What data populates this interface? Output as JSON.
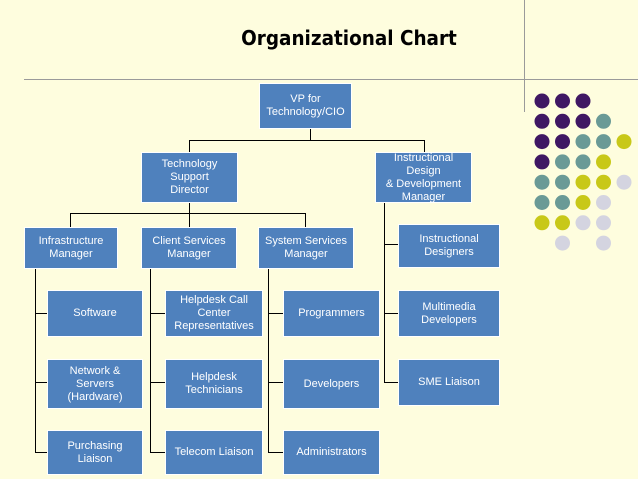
{
  "title": "Organizational  Chart",
  "nodes": {
    "vp": "VP for\nTechnology/CIO",
    "tech_support": "Technology Support\nDirector",
    "instructional": "Instructional Design\n& Development\nManager",
    "infrastructure": "Infrastructure\nManager",
    "client_services": "Client Services\nManager",
    "system_services": "System Services\nManager",
    "software": "Software",
    "network": "Network & Servers\n(Hardware)",
    "purchasing": "Purchasing Liaison",
    "helpdesk_call": "Helpdesk Call\nCenter\nRepresentatives",
    "helpdesk_tech": "Helpdesk\nTechnicians",
    "telecom": "Telecom Liaison",
    "programmers": "Programmers",
    "developers": "Developers",
    "administrators": "Administrators",
    "instr_designers": "Instructional\nDesigners",
    "multimedia": "Multimedia\nDevelopers",
    "sme": "SME Liaison"
  },
  "colors": {
    "background": "#fefdde",
    "box_fill": "#4f81bd",
    "dot_purple": "#3f1763",
    "dot_teal": "#6a9a96",
    "dot_yellow": "#c8c818",
    "dot_grey": "#d4d4e0"
  }
}
